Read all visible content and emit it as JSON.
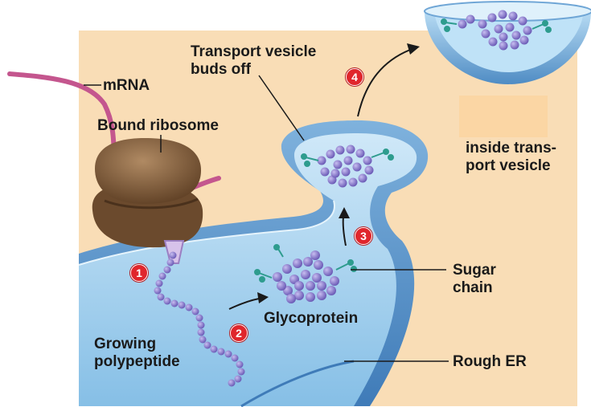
{
  "labels": {
    "transport_vesicle_line1": "Transport vesicle",
    "transport_vesicle_line2": "buds off",
    "mrna": "mRNA",
    "bound_ribosome": "Bound ribosome",
    "inside_line1": "inside trans-",
    "inside_line2": "port vesicle",
    "sugar_line1": "Sugar",
    "sugar_line2": "chain",
    "glycoprotein": "Glycoprotein",
    "growing_line1": "Growing",
    "growing_line2": "polypeptide",
    "rough_er": "Rough ER"
  },
  "steps": [
    "1",
    "2",
    "3",
    "4"
  ],
  "colors": {
    "background": "#f9ddb6",
    "er_lumen": "#a9d3ef",
    "er_membrane": "#5c94c8",
    "ribosome": "#7b5a3a",
    "mrna": "#c4568e",
    "bead": "#8a79c9",
    "sugar": "#2e9c8e",
    "step_badge": "#e0262c",
    "label_mask": "#fbd6a4"
  }
}
